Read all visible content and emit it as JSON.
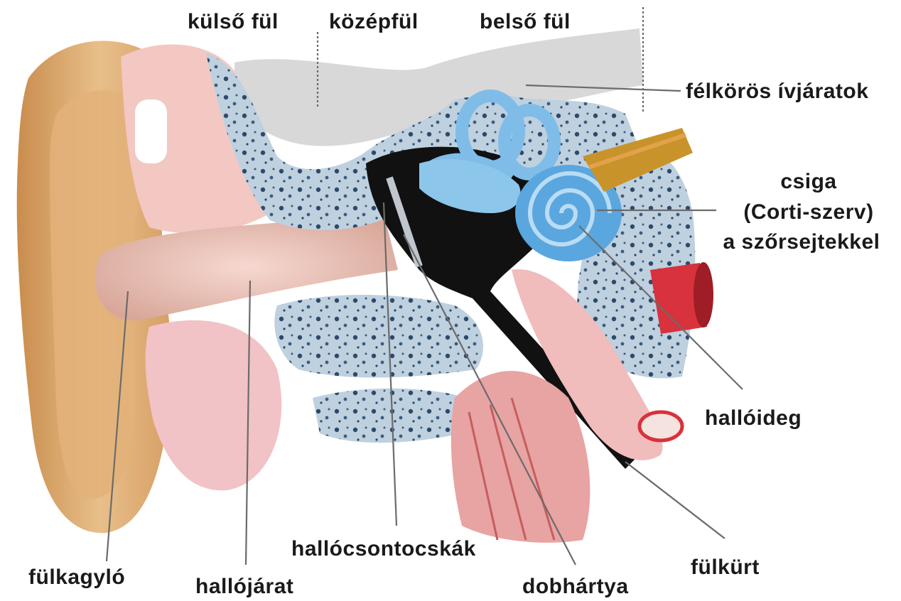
{
  "regions": {
    "outer_ear": "külső fül",
    "middle_ear": "középfül",
    "inner_ear": "belső fül"
  },
  "labels": {
    "semicircular_canals": "félkörös ívjáratok",
    "cochlea_line1": "csiga",
    "cochlea_line2": "(Corti-szerv)",
    "cochlea_line3": "a szőrsejtekkel",
    "auditory_nerve": "hallóideg",
    "eustachian_tube": "fülkürt",
    "ossicles": "hallócsontocskák",
    "eardrum": "dobhártya",
    "auricle": "fülkagyló",
    "ear_canal": "hallójárat"
  },
  "colors": {
    "auricle": "#d9a86c",
    "skin_pink": "#f2c3bf",
    "bone_blue": "#9fb6cc",
    "cochlea_blue": "#6aaee0",
    "cavity_black": "#111111",
    "vessel_red": "#d8323c",
    "gray_brain": "#d6d6d6"
  }
}
